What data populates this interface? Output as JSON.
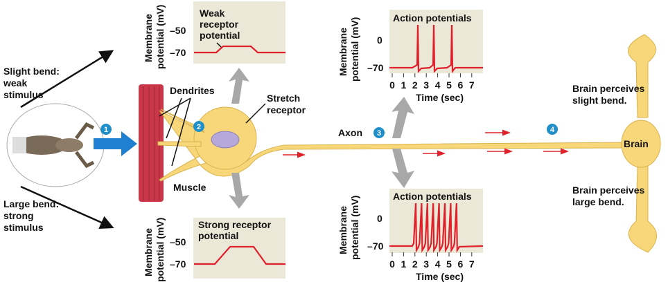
{
  "left": {
    "weak": [
      "Slight bend:",
      "weak",
      "stimulus"
    ],
    "strong": [
      "Large bend:",
      "strong",
      "stimulus"
    ]
  },
  "labels": {
    "dendrites": "Dendrites",
    "stretch": [
      "Stretch",
      "receptor"
    ],
    "muscle": "Muscle",
    "axon": "Axon",
    "brain": "Brain",
    "perceive_slight": [
      "Brain perceives",
      "slight bend."
    ],
    "perceive_large": [
      "Brain perceives",
      "large bend."
    ]
  },
  "steps": [
    "1",
    "2",
    "3",
    "4"
  ],
  "weak_graph": {
    "ylabel": [
      "Membrane",
      "potential (mV)"
    ],
    "yticks": [
      "–50",
      "–70"
    ],
    "title": [
      "Weak",
      "receptor",
      "potential"
    ]
  },
  "strong_graph": {
    "ylabel": [
      "Membrane",
      "potential (mV)"
    ],
    "yticks": [
      "–50",
      "–70"
    ],
    "title": [
      "Strong receptor",
      "potential"
    ]
  },
  "ap_top": {
    "ylabel": [
      "Membrane",
      "potential (mV)"
    ],
    "yticks": [
      "0",
      "–70"
    ],
    "title": "Action potentials",
    "xticks": [
      "0",
      "1",
      "2",
      "3",
      "4",
      "5",
      "6",
      "7"
    ],
    "xlabel": "Time (sec)"
  },
  "ap_bottom": {
    "ylabel": [
      "Membrane",
      "potential (mV)"
    ],
    "yticks": [
      "0",
      "–70"
    ],
    "title": "Action potentials",
    "xticks": [
      "0",
      "1",
      "2",
      "3",
      "4",
      "5",
      "6",
      "7"
    ],
    "xlabel": "Time (sec)"
  },
  "colors": {
    "trace": "#e0202a",
    "cell": "#f7d77a",
    "panel": "#ebe8d8",
    "step": "#1f8fc9"
  }
}
